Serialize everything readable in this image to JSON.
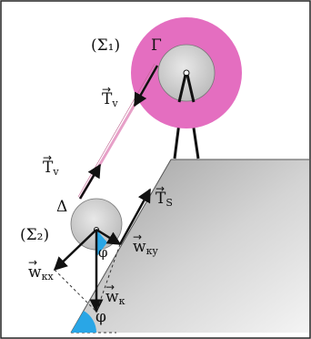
{
  "labels": {
    "sigma1": "(Σ₁)",
    "gamma": "Γ",
    "tv_upper_main": "T",
    "tv_upper_sub": "v",
    "tv_lower_main": "T",
    "tv_lower_sub": "v",
    "delta": "Δ",
    "ts_main": "T",
    "ts_sub": "S",
    "sigma2": "(Σ₂)",
    "phi_upper": "φ",
    "wky_main": "w",
    "wky_sub": "κy",
    "wkx_main": "w",
    "wkx_sub": "κx",
    "wk_main": "w",
    "wk_sub": "κ",
    "phi_lower": "φ"
  },
  "colors": {
    "pulley_outer": "#e46ec0",
    "pulley_inner": "#d8d8d8",
    "rope": "#e7a0c8",
    "incline": "#d9d9d9",
    "angle_fill": "#29a6e6",
    "vector": "#111111"
  }
}
